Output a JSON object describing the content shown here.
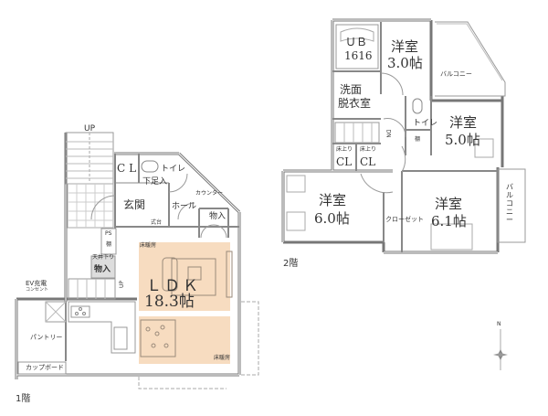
{
  "floor1": {
    "floor_label": "1階",
    "rooms": {
      "stairs_up": "UP",
      "cl": "CL",
      "toilet": "トイレ",
      "shoe_storage": "下足入",
      "genkan": "玄関",
      "shikidai": "式台",
      "hall": "ホール",
      "counter": "カウンター",
      "storage_hall": "物入",
      "ps": "PS",
      "shelf": "棚",
      "ceiling_lower": "天井下り",
      "storage_under": "物入",
      "ldk_name": "ＬＤＫ",
      "ldk_size": "18.3帖",
      "floor_heating_1": "床暖房",
      "floor_heating_2": "床暖房",
      "pantry": "パントリー",
      "cupboard": "カップボード",
      "ev_charge": "EV充電",
      "outlet": "コンセント",
      "stairs_up2": "UP"
    },
    "colors": {
      "ldk_fill": "#f7dcc0",
      "wall": "#8c8c8c"
    }
  },
  "floor2": {
    "floor_label": "2階",
    "rooms": {
      "ub": "ＵＢ",
      "ub_size": "1616",
      "room_a_name": "洋室",
      "room_a_size": "3.0帖",
      "balcony_top": "バルコニー",
      "washroom_1": "洗面",
      "washroom_2": "脱衣室",
      "toilet": "トイレ",
      "room_b_name": "洋室",
      "room_b_size": "5.0帖",
      "shelf": "棚",
      "raised_floor_1": "床上り",
      "cl_1": "CL",
      "raised_floor_2": "床上り",
      "cl_2": "CL",
      "dn": "DN",
      "room_c_name": "洋室",
      "room_c_size": "6.0帖",
      "closet": "クローゼット",
      "room_d_name": "洋室",
      "room_d_size": "6.1帖",
      "balcony_side": "バルコニー"
    }
  },
  "compass": {
    "north_label": "N"
  }
}
